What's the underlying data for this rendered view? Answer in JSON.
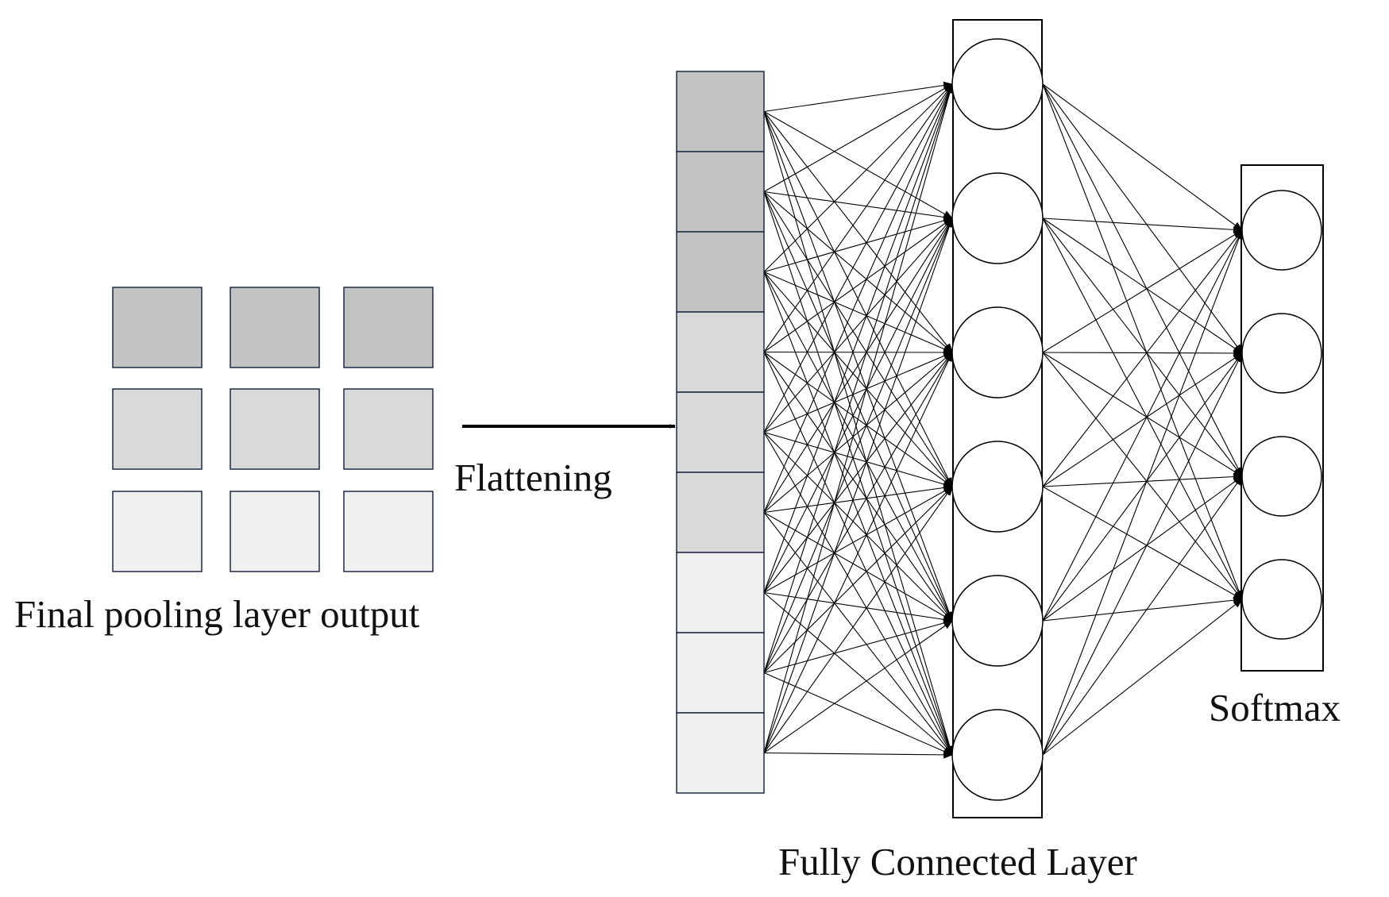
{
  "labels": {
    "pooling": "Final pooling layer output",
    "flattening": "Flattening",
    "fully_connected": "Fully Connected Layer",
    "softmax": "Softmax"
  },
  "pooling_grid": {
    "rows": [
      {
        "shade": "dark"
      },
      {
        "shade": "medium"
      },
      {
        "shade": "light"
      }
    ],
    "columns_per_row": 3
  },
  "flattened_vector": {
    "cells": [
      "dark",
      "dark",
      "dark",
      "medium",
      "medium",
      "medium",
      "light",
      "light",
      "light"
    ]
  },
  "layers": {
    "fully_connected_nodes": 6,
    "softmax_nodes": 4
  },
  "colors": {
    "dark": "#c2c2c2",
    "medium": "#d9d9d9",
    "light": "#f0f0f0",
    "border": "#1f2a44",
    "line": "#000000",
    "background": "#ffffff"
  }
}
